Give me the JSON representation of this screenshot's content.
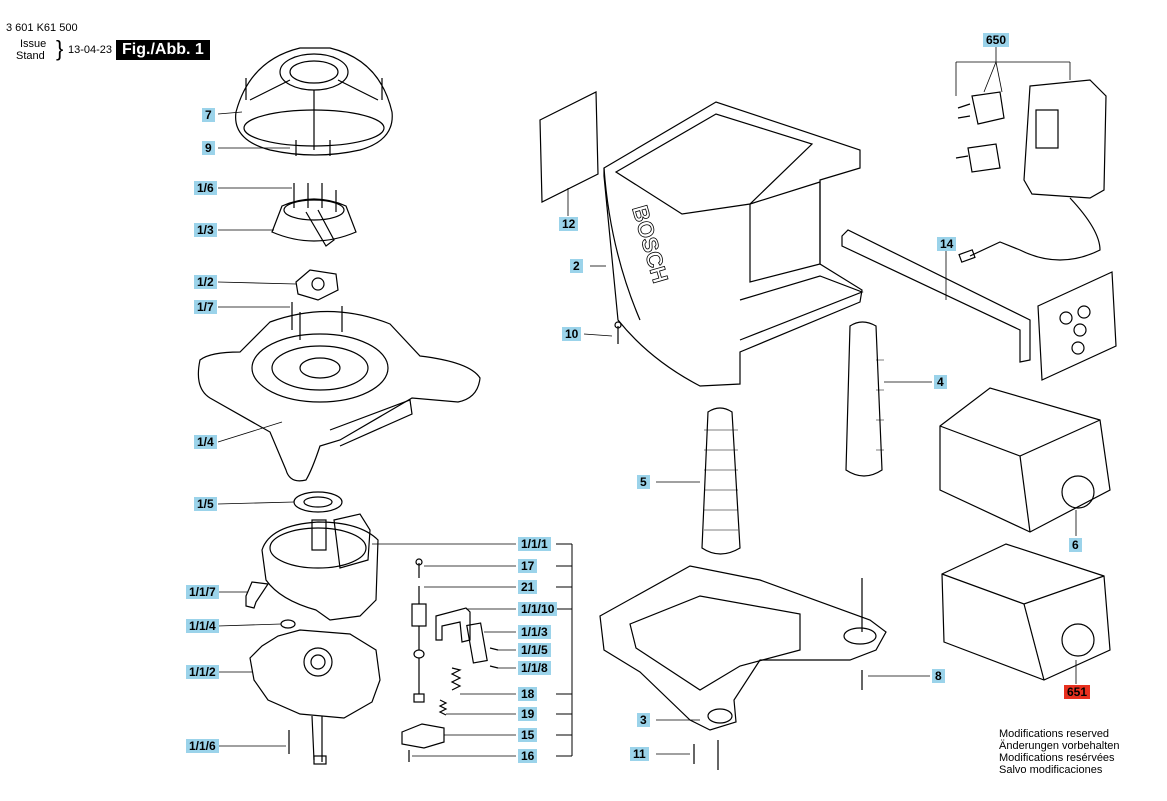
{
  "header": {
    "part_number": "3 601 K61 500",
    "issue_label": "Issue",
    "stand_label": "Stand",
    "bracket": "}",
    "date": "13-04-23",
    "figure": "Fig./Abb. 1"
  },
  "callouts": {
    "c7": "7",
    "c9": "9",
    "c1_6": "1/6",
    "c1_3": "1/3",
    "c1_2": "1/2",
    "c1_7": "1/7",
    "c1_4": "1/4",
    "c1_5": "1/5",
    "c1_1_7": "1/1/7",
    "c1_1_4": "1/1/4",
    "c1_1_2": "1/1/2",
    "c1_1_6": "1/1/6",
    "c1_1_1": "1/1/1",
    "c17": "17",
    "c21": "21",
    "c1_1_10": "1/1/10",
    "c1_1_3": "1/1/3",
    "c1_1_5": "1/1/5",
    "c1_1_8": "1/1/8",
    "c18": "18",
    "c19": "19",
    "c15": "15",
    "c16": "16",
    "c12": "12",
    "c2": "2",
    "c10": "10",
    "c5": "5",
    "c4": "4",
    "c3": "3",
    "c11": "11",
    "c8": "8",
    "c650": "650",
    "c14": "14",
    "c6": "6",
    "c651": "651"
  },
  "brand_marking": "BOSCH",
  "notes": [
    "Modifications reserved",
    "Änderungen vorbehalten",
    "Modifications resérvées",
    "Salvo modificaciones"
  ],
  "colors": {
    "callout_fill": "#9bd3ea",
    "highlight_callout_fill": "#e8301f",
    "figure_tag_fill": "#000000"
  }
}
